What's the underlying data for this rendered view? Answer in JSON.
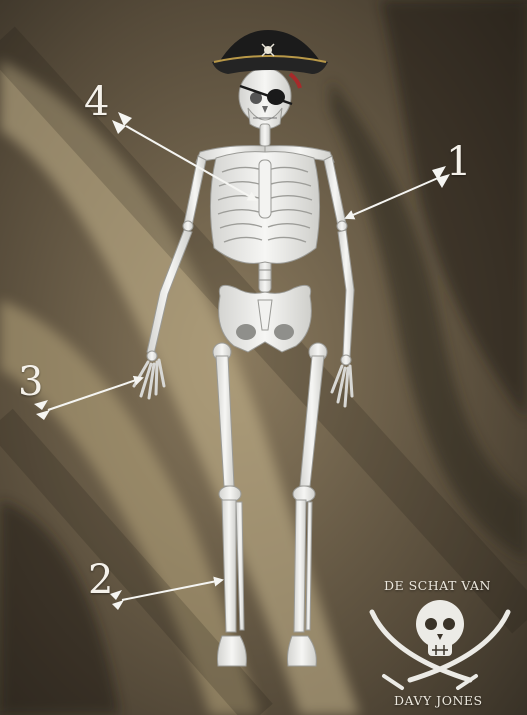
{
  "labels": {
    "one": "1",
    "two": "2",
    "three": "3",
    "four": "4"
  },
  "logo": {
    "top_text": "DE SCHAT VAN",
    "bottom_text": "DAVY JONES"
  },
  "colors": {
    "bone": "#efefee",
    "bone_shade": "#c9c9c6",
    "fabric_dark": "#2f2a22",
    "fabric_light": "#c9b890",
    "hat": "#1b1b1b",
    "hat_trim": "#b89848",
    "bandana": "#a62a2a",
    "arrow": "#f5f5f2"
  },
  "icons": [
    "pirate-hat-icon",
    "skull-icon",
    "crossed-swords-icon",
    "arrow-icon"
  ]
}
